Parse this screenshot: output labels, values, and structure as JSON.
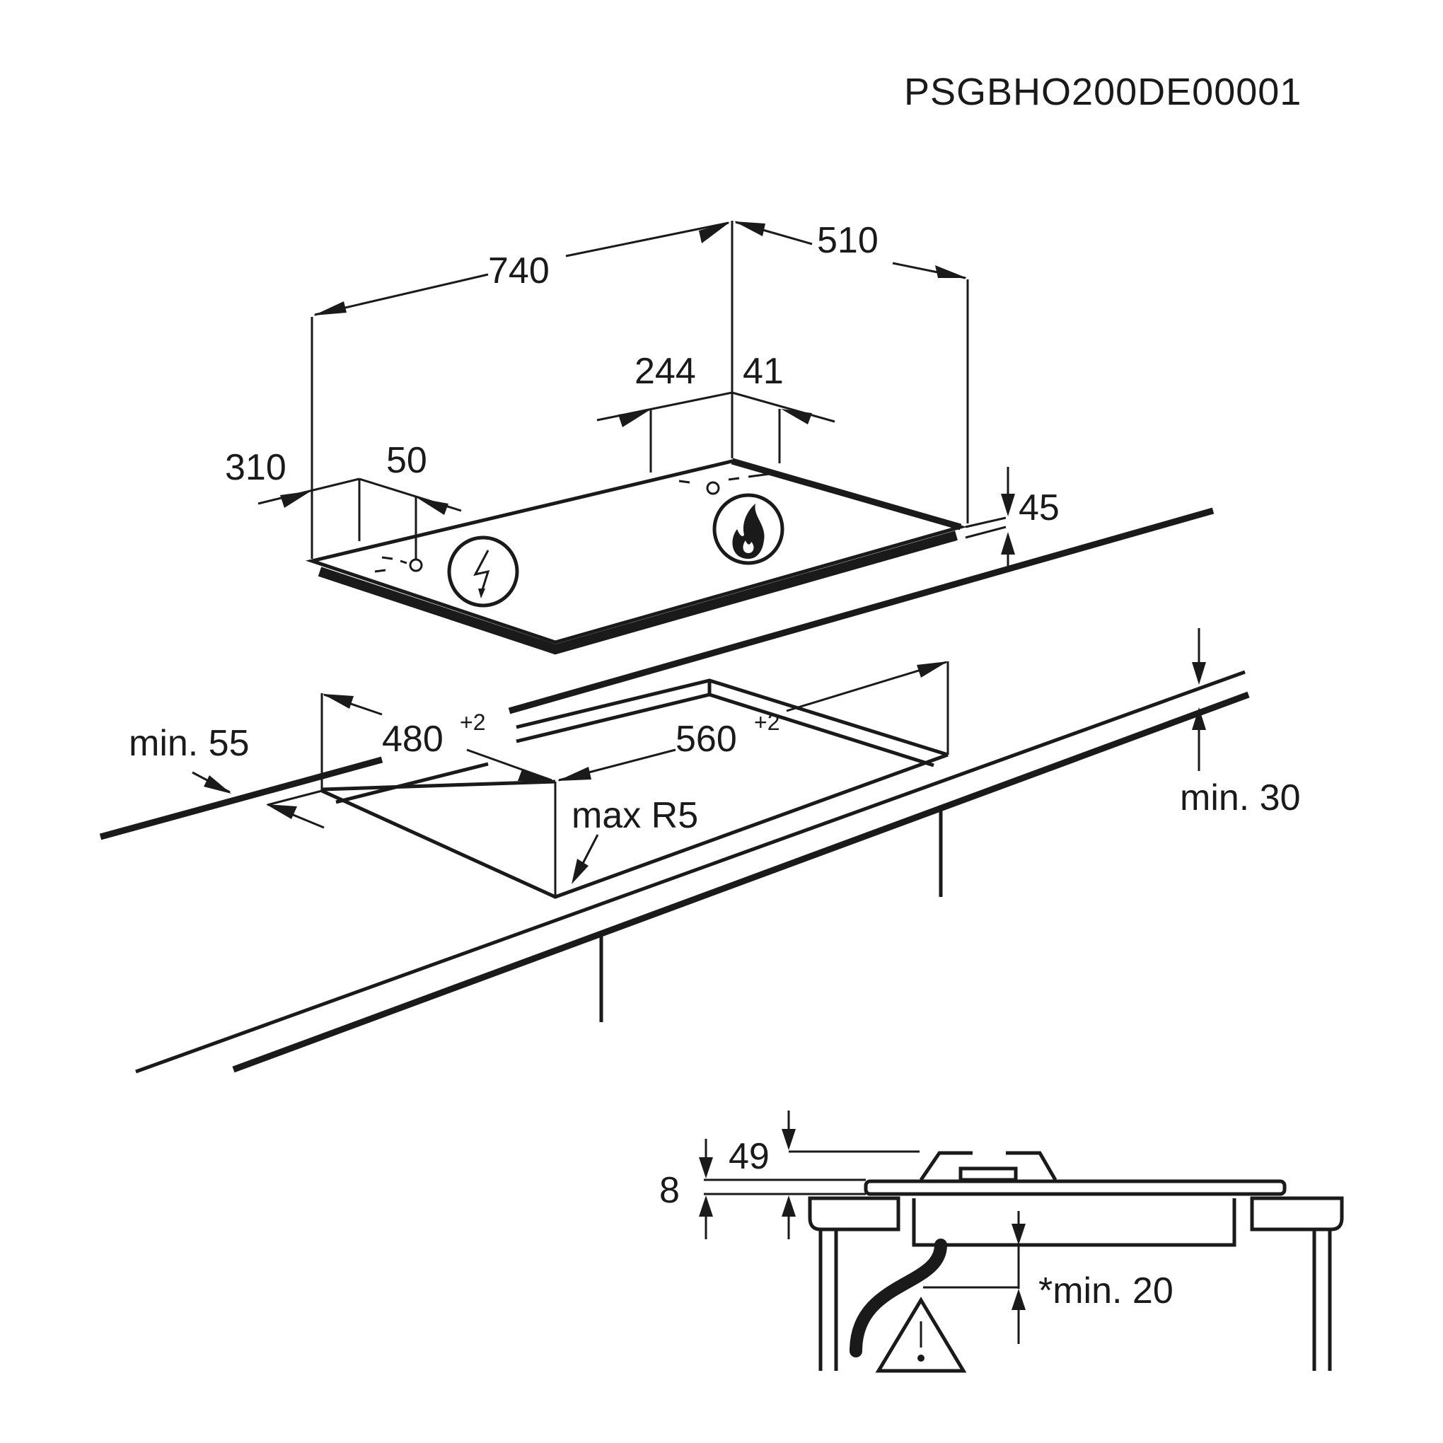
{
  "product_code": "PSGBHO200DE00001",
  "dimensions": {
    "width": "740",
    "depth": "510",
    "burner_offset_x": "244",
    "burner_offset_y": "41",
    "electric_offset_x": "310",
    "electric_offset_y": "50",
    "thickness": "45",
    "cutout_depth": "480",
    "cutout_depth_tolerance": "+2",
    "cutout_width": "560",
    "cutout_width_tolerance": "+2",
    "front_clearance": "min. 55",
    "worktop_thickness": "min. 30",
    "corner_radius": "max R5",
    "pan_support_height": "49",
    "glass_height": "8",
    "bottom_clearance": "*min. 20"
  },
  "icons": {
    "electric": "lightning-bolt-icon",
    "gas": "flame-icon",
    "warning": "warning-triangle-icon"
  }
}
